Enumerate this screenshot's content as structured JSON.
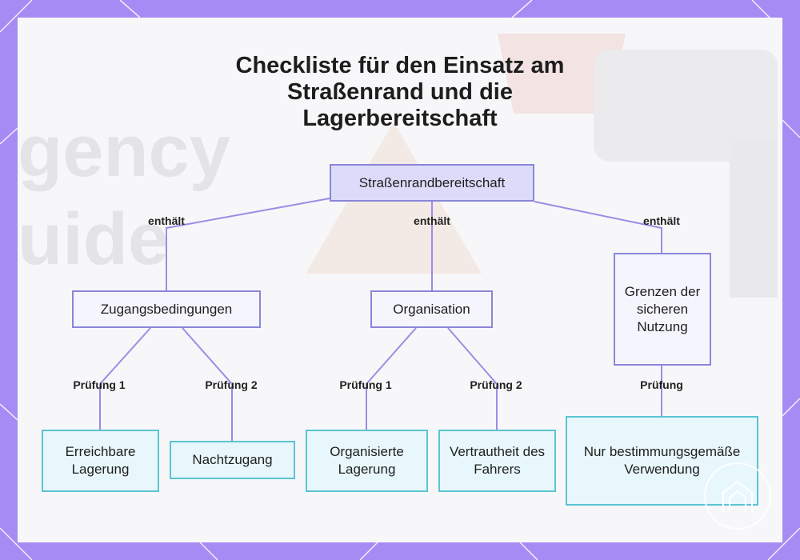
{
  "title": {
    "line1": "Checkliste für den Einsatz am",
    "line2": "Straßenrand und die",
    "line3": "Lagerbereitschaft"
  },
  "nodes": {
    "root": "Straßenrandbereitschaft",
    "access": "Zugangsbedingungen",
    "organisation": "Organisation",
    "limits": "Grenzen der sicheren Nutzung",
    "reachable_storage": "Erreichbare Lagerung",
    "night_access": "Nachtzugang",
    "organized_storage": "Organisierte Lagerung",
    "driver_familiarity": "Vertrautheit des Fahrers",
    "intended_use": "Nur bestimmungsgemäße Verwendung"
  },
  "edge_labels": {
    "contains": "enthält",
    "check1": "Prüfung 1",
    "check2": "Prüfung 2",
    "check": "Prüfung"
  },
  "colors": {
    "frame": "#a78bf4",
    "root_fill": "#dcdcfa",
    "mid_border": "#8a86d9",
    "leaf_border": "#5bc4d2",
    "connector": "#9f8ae6"
  }
}
